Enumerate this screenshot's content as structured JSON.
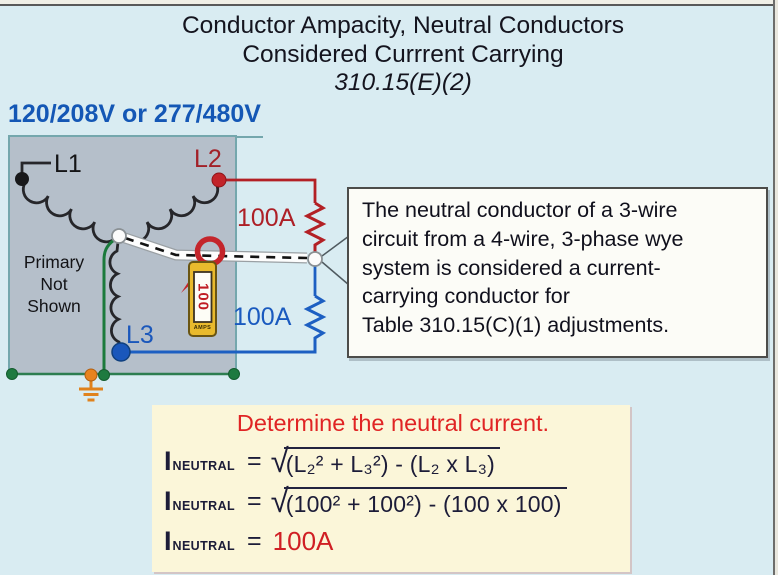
{
  "title": {
    "lines": "Conductor Ampacity, Neutral Conductors\nConsidered Currrent Carrying",
    "code_ref": "310.15(E)(2)"
  },
  "system_voltage_label": "120/208V or 277/480V",
  "diagram": {
    "phase_l1": "L1",
    "phase_l2": "L2",
    "phase_l3": "L3",
    "primary_note": "Primary\nNot\nShown",
    "load_top_amps": "100A",
    "load_bottom_amps": "100A",
    "clamp_meter": {
      "reading": "100",
      "units": "AMPS"
    }
  },
  "callout": {
    "text": "The neutral conductor of a 3-wire\ncircuit from a 4-wire, 3-phase wye\nsystem is considered a current-\ncarrying conductor for\nTable 310.15(C)(1) adjustments."
  },
  "formulas": {
    "heading": "Determine the neutral current.",
    "current_symbol": "I",
    "current_subscript": "NEUTRAL",
    "equals": "=",
    "radical_sign": "√",
    "row1_radicand": "(L₂² + L₃²) - (L₂ x L₃)",
    "row2_radicand": "(100² + 100²) - (100 x 100)",
    "row3_result": "100A"
  },
  "colors": {
    "phase_red": "#b32025",
    "phase_blue": "#1d5fc2",
    "ground_green": "#1b7a3c",
    "ground_orange": "#e0821c",
    "voltage_label_blue": "#1457b5",
    "heading_red": "#e02424",
    "result_red": "#d01f24",
    "panel_yellow": "#fbf6d9",
    "diagram_gray": "#b5bfca"
  }
}
